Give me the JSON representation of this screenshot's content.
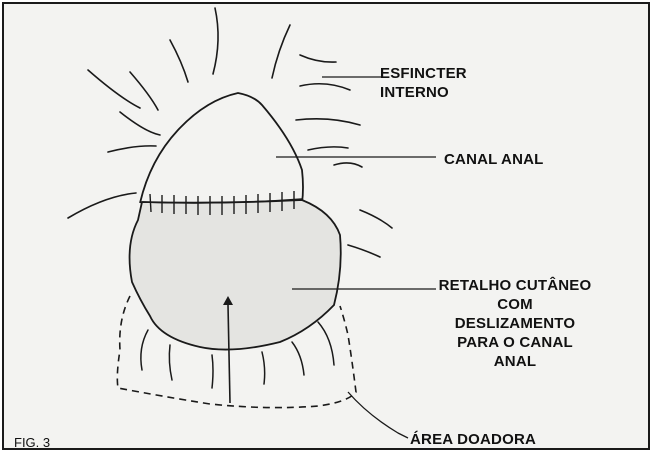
{
  "labels": {
    "esfincter_line1": "ESFINCTER",
    "esfincter_line2": "INTERNO",
    "canal_anal": "CANAL ANAL",
    "retalho_line1": "RETALHO CUTÂNEO",
    "retalho_line2": "COM",
    "retalho_line3": "DESLIZAMENTO",
    "retalho_line4": "PARA O CANAL",
    "retalho_line5": "ANAL",
    "area_doadora": "ÁREA DOADORA"
  },
  "figure_label": "FIG. 3",
  "colors": {
    "ink": "#1a1a1a",
    "background": "#f3f3f1",
    "flap_fill": "#e4e4e1"
  }
}
